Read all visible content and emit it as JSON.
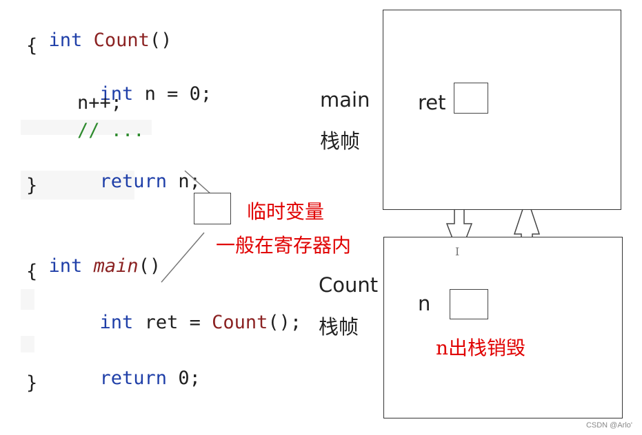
{
  "code": {
    "count_fn": {
      "sig_type": "int",
      "sig_name": "Count",
      "sig_parens": "()",
      "open_brace": "{",
      "line1_kw": "int",
      "line1_rest": "n = 0;",
      "line2": "n++;",
      "line3_comment": "// ...",
      "line4_kw": "return",
      "line4_rest": "n;",
      "close_brace": "}"
    },
    "main_fn": {
      "sig_type": "int",
      "sig_name": "main",
      "sig_parens": "()",
      "open_brace": "{",
      "line1_kw": "int",
      "line1_mid": "ret =",
      "line1_call": "Count",
      "line1_end": "();",
      "line2_kw": "return",
      "line2_rest": "0;",
      "close_brace": "}"
    }
  },
  "annotations": {
    "temp_var_line1": "临时变量",
    "temp_var_line2": "一般在寄存器内",
    "destroy_note": "n出栈销毁"
  },
  "stack": {
    "main_frame_title": "main",
    "main_frame_sub": "栈帧",
    "main_var": "ret",
    "count_frame_title": "Count",
    "count_frame_sub": "栈帧",
    "count_var": "n",
    "cursor_glyph": "I"
  },
  "watermark": "CSDN @Arlo'",
  "colors": {
    "keyword": "#1f3fa8",
    "function": "#8b2222",
    "comment": "#2e8b2e",
    "annotation": "#e00000"
  }
}
